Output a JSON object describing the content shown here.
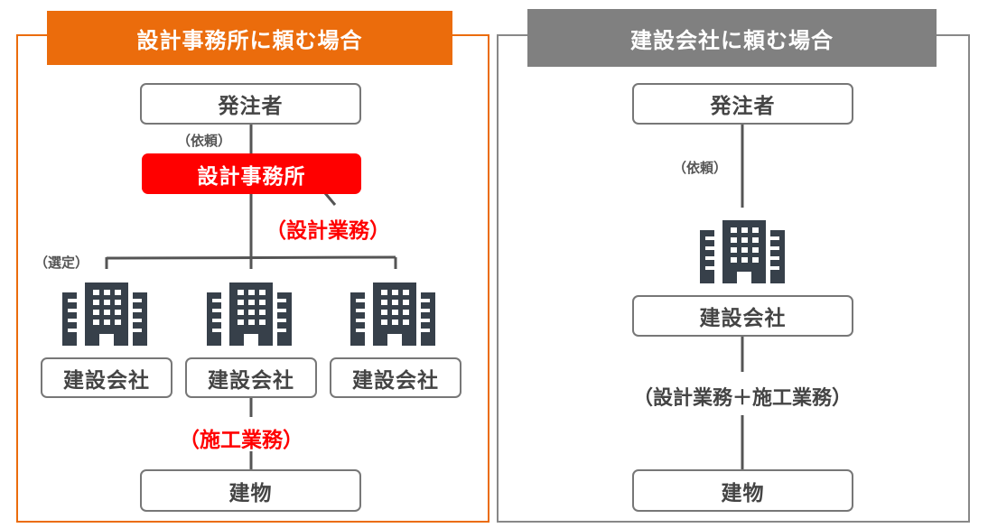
{
  "colors": {
    "left_accent": "#eb6c0c",
    "right_accent": "#808080",
    "highlight": "#ff0000",
    "building": "#37404a",
    "line": "#555555"
  },
  "left": {
    "title": "設計事務所に頼む場合",
    "client": "発注者",
    "request_label": "（依頼）",
    "architect": "設計事務所",
    "design_work": "（設計業務）",
    "select_label": "（選定）",
    "contractors": [
      "建設会社",
      "建設会社",
      "建設会社"
    ],
    "construction_work": "（施工業務）",
    "building": "建物"
  },
  "right": {
    "title": "建設会社に頼む場合",
    "client": "発注者",
    "request_label": "（依頼）",
    "contractor": "建設会社",
    "work": "（設計業務＋施工業務）",
    "building": "建物"
  }
}
